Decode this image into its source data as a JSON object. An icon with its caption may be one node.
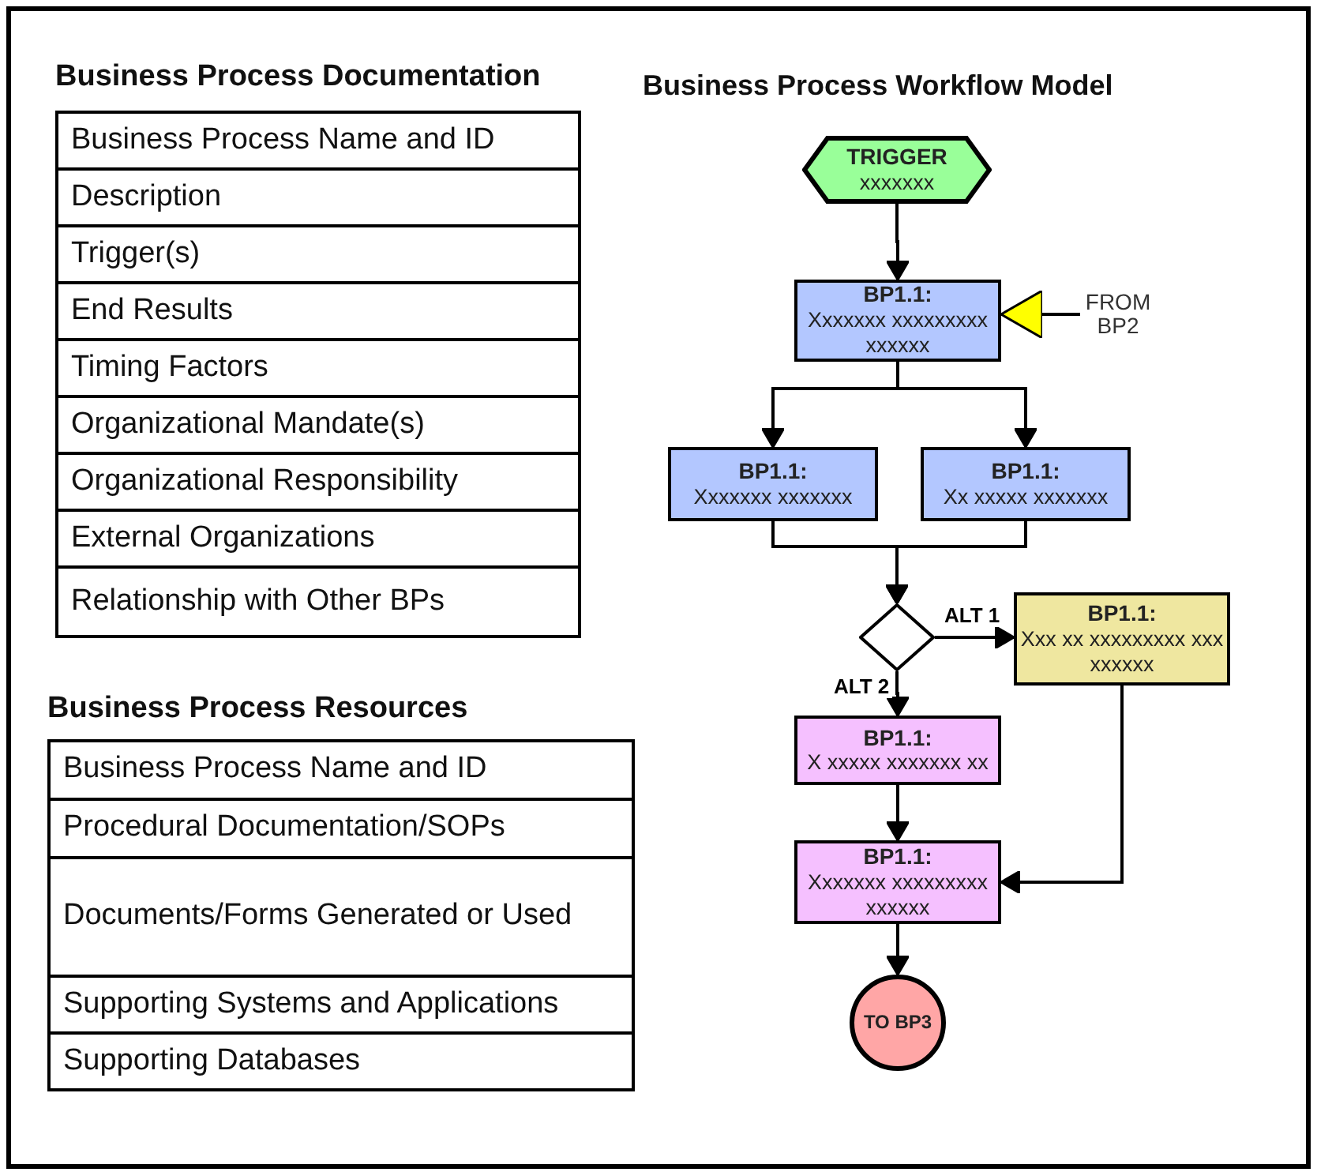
{
  "diagram": {
    "title": "Business Process Workflow Model",
    "nodes": [
      {
        "text": [
          "TRIGGER",
          "xxxxxxx"
        ]
      },
      {
        "text": [
          "BP1.1:",
          "Xxxxxxx xxxxxxxxx xxxxxx"
        ]
      },
      {
        "text": [
          "FROM BP2"
        ]
      },
      {
        "text": [
          "BP1.1:",
          "Xxxxxxx xxxxxxx"
        ]
      },
      {
        "text": [
          "BP1.1:",
          "Xx xxxxx xxxxxxx"
        ]
      },
      {
        "text": [],
        "shape": "diamond"
      },
      {
        "text": [
          "BP1.1:",
          "Xxx xx xxxxxxxxx xxx xxxxxx"
        ]
      },
      {
        "text": [
          "BP1.1:",
          "X xxxxx xxxxxxx xx"
        ]
      },
      {
        "text": [
          "BP1.1:",
          "Xxxxxxx xxxxxxxxx xxxxxx"
        ]
      },
      {
        "text": [
          "TO BP3"
        ]
      }
    ],
    "edges": [
      {
        "from": 0,
        "to": 1,
        "arrow": "to"
      },
      {
        "from": 2,
        "to": 1,
        "arrow": "to"
      },
      {
        "from": 1,
        "to": 3,
        "arrow": "to"
      },
      {
        "from": 1,
        "to": 4,
        "arrow": "to"
      },
      {
        "from": 3,
        "to": 5,
        "arrow": "to"
      },
      {
        "from": 4,
        "to": 5,
        "arrow": "to"
      },
      {
        "from": 5,
        "to": 6,
        "arrow": "to",
        "label": "ALT 1"
      },
      {
        "from": 5,
        "to": 7,
        "arrow": "to",
        "label": "ALT 2"
      },
      {
        "from": 7,
        "to": 8,
        "arrow": "to"
      },
      {
        "from": 6,
        "to": 8,
        "arrow": "to"
      },
      {
        "from": 8,
        "to": 9,
        "arrow": "to"
      }
    ],
    "labels": [
      "Business Process Documentation",
      "Business Process Name and ID",
      "Description",
      "Trigger(s)",
      "End Results",
      "Timing Factors",
      "Organizational Mandate(s)",
      "Organizational Responsibility",
      "External Organizations",
      "Relationship with Other BPs",
      "Business Process Resources",
      "Business Process Name and ID",
      "Procedural Documentation/SOPs",
      "Documents/Forms Generated or Used",
      "Supporting Systems and Applications",
      "Supporting Databases"
    ]
  }
}
